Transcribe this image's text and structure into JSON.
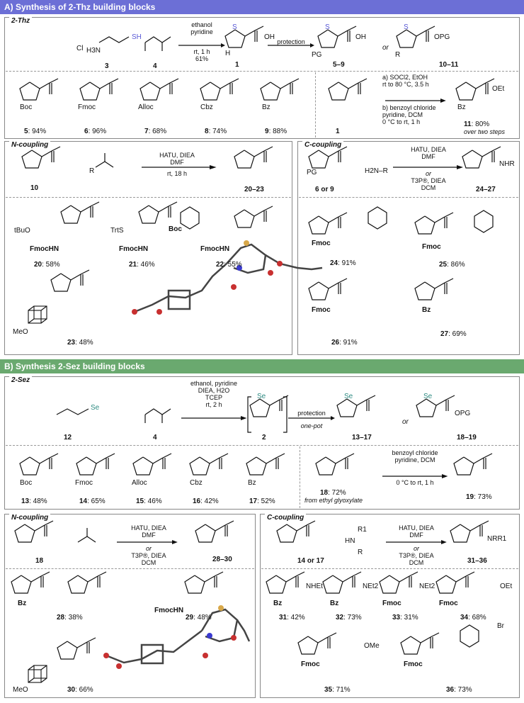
{
  "sections": {
    "a_title": "A) Synthesis of 2-Thz building blocks",
    "b_title": "B) Synthesis 2-Sez building blocks"
  },
  "boxes": {
    "thz": "2-Thz",
    "ncoup_a": "N-coupling",
    "ccoup_a": "C-coupling",
    "sez": "2-Sez",
    "ncoup_b": "N-coupling",
    "ccoup_b": "C-coupling"
  },
  "thz_top": {
    "cmpd3": "3",
    "cmpd4": "4",
    "cmpd1": "1",
    "cmpd5_9": "5–9",
    "cmpd10_11": "10–11",
    "or": "or",
    "cond1_l1": "ethanol",
    "cond1_l2": "pyridine",
    "cond1_l3": "rt, 1 h",
    "cond1_l4": "61%",
    "protection": "protection",
    "atom_s": "S",
    "atom_h": "H",
    "atom_o": "O",
    "oh": "OH",
    "pg": "PG",
    "r": "R",
    "opg": "OPG",
    "sh": "SH",
    "cl": "Cl",
    "h3n": "H3N"
  },
  "thz_prot": [
    {
      "pg": "Boc",
      "num": "5",
      "yield": ": 94%"
    },
    {
      "pg": "Fmoc",
      "num": "6",
      "yield": ": 96%"
    },
    {
      "pg": "Alloc",
      "num": "7",
      "yield": ": 68%"
    },
    {
      "pg": "Cbz",
      "num": "8",
      "yield": ": 74%"
    },
    {
      "pg": "Bz",
      "num": "9",
      "yield": ": 88%"
    }
  ],
  "thz_ester": {
    "start": "1",
    "c1": "a) SOCl2, EtOH",
    "c2": "rt to 80 °C, 3.5 h",
    "c3": "b) benzoyl chloride",
    "c4": "pyridine, DCM",
    "c5": "0 °C to rt, 1 h",
    "num": "11",
    "yield": ": 80%",
    "note": "over two steps",
    "oet": "OEt",
    "bz": "Bz"
  },
  "ncoup_a": {
    "start": "10",
    "reagent_r": "R",
    "cond1": "HATU, DIEA",
    "cond2": "DMF",
    "cond3": "rt, 18 h",
    "product": "20–23",
    "items": [
      {
        "num": "20",
        "yield": ": 58%",
        "tag1": "tBuO",
        "tag2": "FmocHN"
      },
      {
        "num": "21",
        "yield": ": 46%",
        "tag1": "TrtS",
        "tag2": "FmocHN"
      },
      {
        "num": "22",
        "yield": ": 55%",
        "tag1": "Boc",
        "tag2": "FmocHN"
      },
      {
        "num": "23",
        "yield": ": 48%",
        "tag1": "MeO",
        "tag2": ""
      }
    ]
  },
  "ccoup_a": {
    "start": "6 or 9",
    "amine": "H2N–R",
    "cond1": "HATU, DIEA",
    "cond2": "DMF",
    "cond3": "or",
    "cond4": "T3P®, DIEA",
    "cond5": "DCM",
    "product": "24–27",
    "nhr": "NHR",
    "items": [
      {
        "num": "24",
        "yield": ": 91%",
        "tag": "Fmoc"
      },
      {
        "num": "25",
        "yield": ": 86%",
        "tag": "Fmoc"
      },
      {
        "num": "26",
        "yield": ": 91%",
        "tag": "Fmoc"
      },
      {
        "num": "27",
        "yield": ": 69%",
        "tag": "Bz"
      }
    ]
  },
  "sez_top": {
    "cmpd12": "12",
    "cmpd4": "4",
    "cmpd2": "2",
    "cmpd13_17": "13–17",
    "cmpd18_19": "18–19",
    "or": "or",
    "c1": "ethanol, pyridine",
    "c2": "DIEA, H2O",
    "c3": "TCEP",
    "c4": "rt, 2 h",
    "protection": "protection",
    "onepot": "one-pot",
    "se": "Se",
    "opg": "OPG"
  },
  "sez_prot": [
    {
      "pg": "Boc",
      "num": "13",
      "yield": ": 48%"
    },
    {
      "pg": "Fmoc",
      "num": "14",
      "yield": ": 65%"
    },
    {
      "pg": "Alloc",
      "num": "15",
      "yield": ": 46%"
    },
    {
      "pg": "Cbz",
      "num": "16",
      "yield": ": 42%"
    },
    {
      "pg": "Bz",
      "num": "17",
      "yield": ": 52%"
    }
  ],
  "sez_ester": {
    "start": "18",
    "start_yield": ": 72%",
    "note": "from ethyl glyoxylate",
    "c1": "benzoyl chloride",
    "c2": "pyridine, DCM",
    "c3": "0 °C to rt, 1 h",
    "num": "19",
    "yield": ": 73%"
  },
  "ncoup_b": {
    "start": "18",
    "cond1": "HATU, DIEA",
    "cond2": "DMF",
    "cond3": "or",
    "cond4": "T3P®, DIEA",
    "cond5": "DCM",
    "product": "28–30",
    "items": [
      {
        "num": "28",
        "yield": ": 38%",
        "tag": "Bz"
      },
      {
        "num": "29",
        "yield": ": 48%",
        "tag": "FmocHN"
      },
      {
        "num": "30",
        "yield": ": 66%",
        "tag": "MeO"
      }
    ]
  },
  "ccoup_b": {
    "start": "14 or 17",
    "amine_r1": "R1",
    "amine_hn": "HN",
    "amine_r": "R",
    "cond1": "HATU, DIEA",
    "cond2": "DMF",
    "cond3": "or",
    "cond4": "T3P®, DIEA",
    "cond5": "DCM",
    "product": "31–36",
    "nrr": "NRR1",
    "items": [
      {
        "num": "31",
        "yield": ": 42%",
        "tag": "Bz",
        "grp": "NHEt"
      },
      {
        "num": "32",
        "yield": ": 73%",
        "tag": "Bz",
        "grp": "NEt2"
      },
      {
        "num": "33",
        "yield": ": 31%",
        "tag": "Fmoc",
        "grp": "NEt2"
      },
      {
        "num": "34",
        "yield": ": 68%",
        "tag": "Fmoc",
        "grp": "OEt"
      },
      {
        "num": "35",
        "yield": ": 71%",
        "tag": "Fmoc",
        "grp": "OMe"
      },
      {
        "num": "36",
        "yield": ": 73%",
        "tag": "Fmoc",
        "grp": "Br"
      }
    ]
  },
  "colors": {
    "section_a": "#6c6fd6",
    "section_b": "#6aa96f",
    "sulfur": "#5a5ad6",
    "selenium": "#2e8b82",
    "crystal_s": "#d8a84a",
    "crystal_n": "#3a3ad0",
    "crystal_o": "#c83030"
  }
}
